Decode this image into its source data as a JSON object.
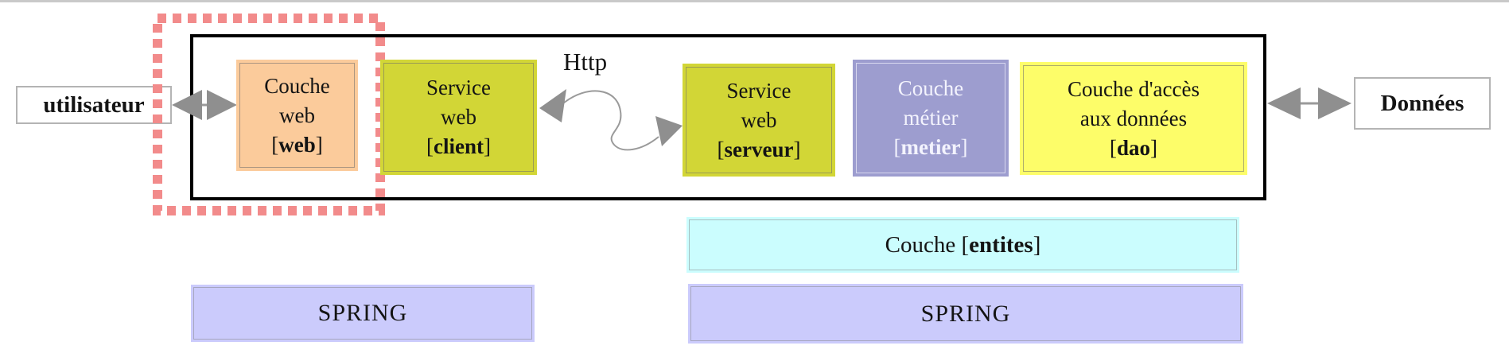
{
  "punctuation": {
    "bracket_open": "[",
    "bracket_close": "]"
  },
  "external_nodes": {
    "user": {
      "label": "utilisateur"
    },
    "data": {
      "label": "Données"
    }
  },
  "connector": {
    "http_label": "Http"
  },
  "container_layers": [
    {
      "key": "web",
      "line1": "Couche",
      "line2": "web",
      "tag": "web",
      "fill": "#fbcb9b"
    },
    {
      "key": "client",
      "line1": "Service",
      "line2": "web",
      "tag": "client",
      "fill": "#d2d636"
    },
    {
      "key": "serveur",
      "line1": "Service",
      "line2": "web",
      "tag": "serveur",
      "fill": "#d2d636"
    },
    {
      "key": "metier",
      "line1": "Couche",
      "line2": "métier",
      "tag": "metier",
      "fill": "#9d9dcf"
    },
    {
      "key": "dao",
      "line1": "Couche d'accès",
      "line2": "aux données",
      "tag": "dao",
      "fill": "#fdfd69"
    }
  ],
  "bottom_boxes": {
    "entites": {
      "prefix": "Couche ",
      "tag": "entites",
      "fill": "#cbfdfe"
    },
    "spring_left": {
      "label": "SPRING",
      "fill": "#cbcbfc"
    },
    "spring_right": {
      "label": "SPRING",
      "fill": "#cbcbfc"
    }
  },
  "colors": {
    "dashed_highlight": "#f28b8b",
    "arrow_gray": "#8f8f8f",
    "container_border": "#000000",
    "top_line": "#c9c9c9"
  }
}
